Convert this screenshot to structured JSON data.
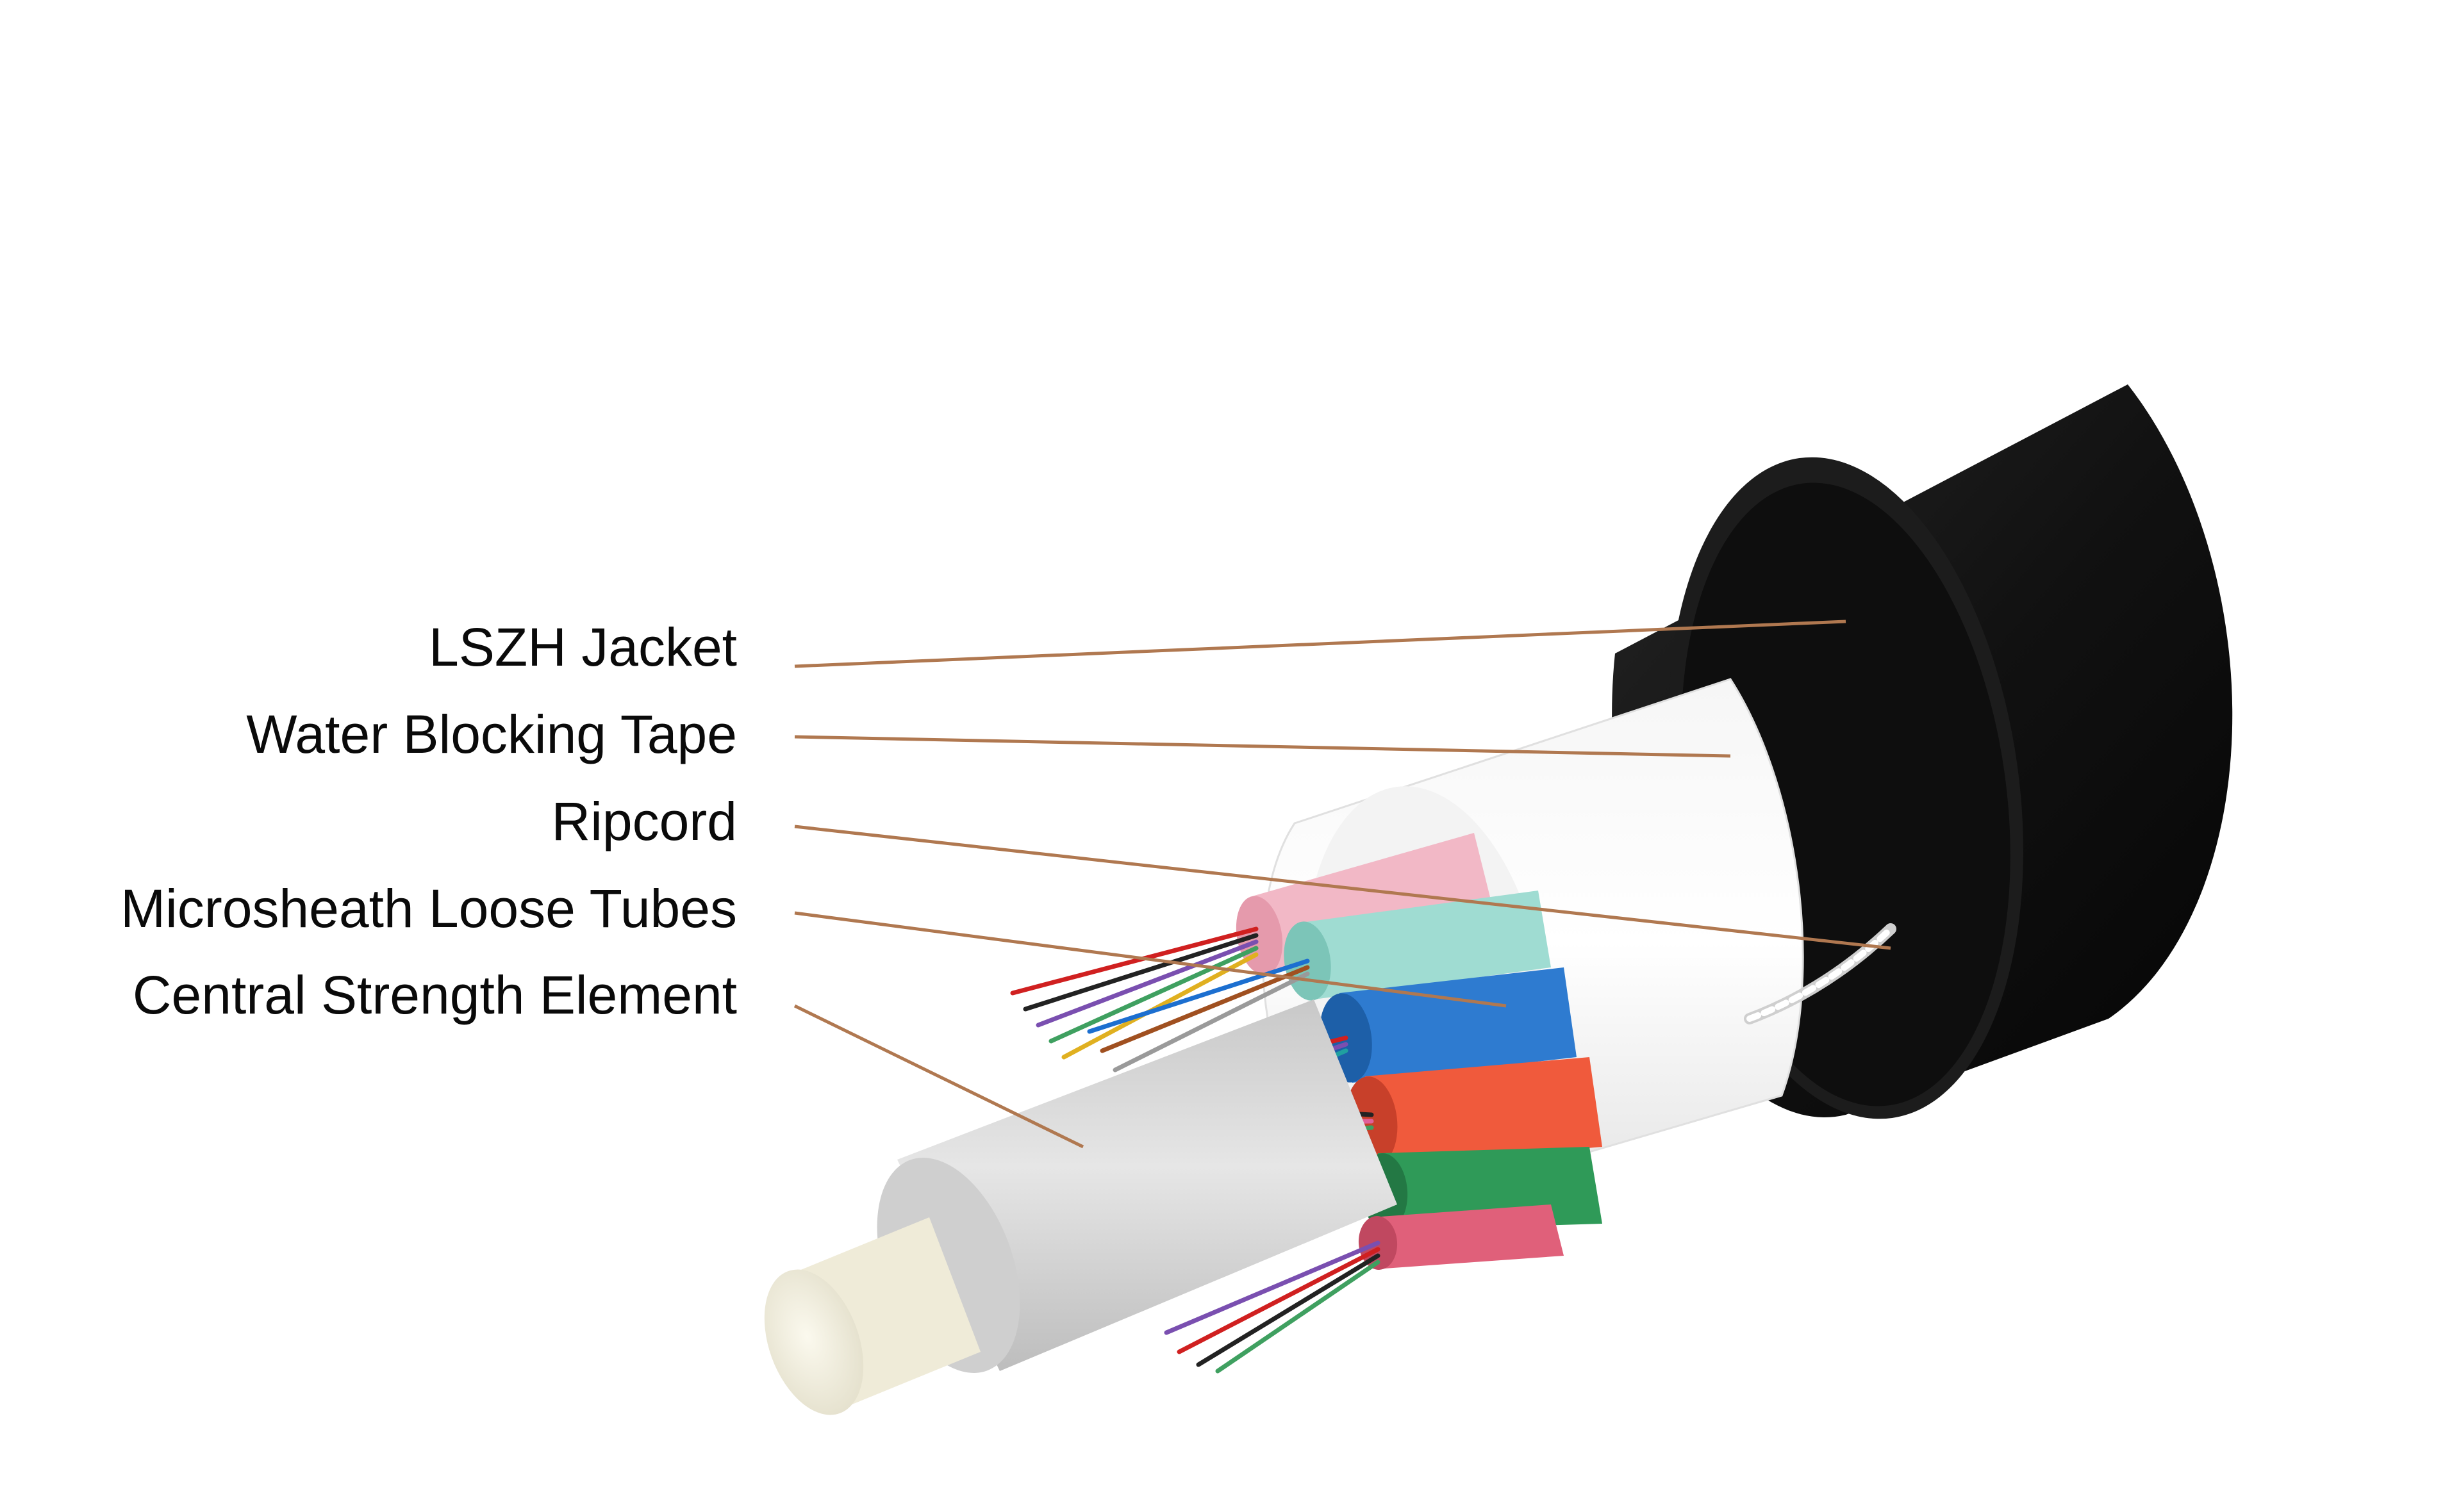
{
  "labels": {
    "jacket": "LSZH Jacket",
    "tape": "Water Blocking Tape",
    "ripcord": "Ripcord",
    "tubes": "Microsheath Loose Tubes",
    "cse": "Central Strength Element"
  },
  "colors": {
    "leader_line": "#b07850",
    "jacket": "#141414",
    "tape": "#ffffff",
    "cse_sheath": "#d6d6d6",
    "cse_core": "#f2efe0",
    "tube_colors": [
      "#f2b8c6",
      "#9fdcd2",
      "#2e7bd0",
      "#f05a3c",
      "#2f9a58",
      "#e0607a"
    ]
  }
}
